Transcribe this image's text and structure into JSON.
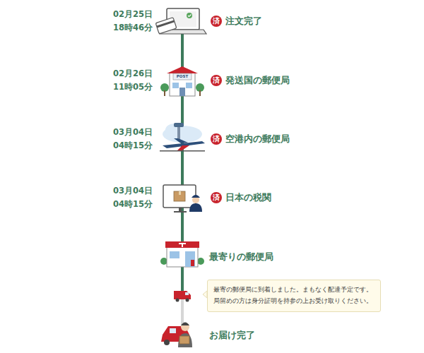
{
  "diagram": {
    "nodes": [
      {
        "text": [
          "済"
        ]
      },
      {
        "text": [
          "済"
        ]
      },
      {
        "text": [
          "済"
        ]
      },
      {
        "text": [
          "済"
        ]
      },
      {
        "text": [
          "最寄の郵便局に到着しました。まもなく配達予定です。 局留めの方は身分証明を持参の上お受け取りください。"
        ]
      }
    ],
    "labels": [
      "02月25日 18時46分",
      "注文完了",
      "POST",
      "02月26日 11時05分",
      "発送国の郵便局",
      "03月04日 04時15分",
      "空港内の郵便局",
      "03月04日 04時15分",
      "日本の税関",
      "最寄りの郵便局",
      "お届け完了"
    ]
  }
}
